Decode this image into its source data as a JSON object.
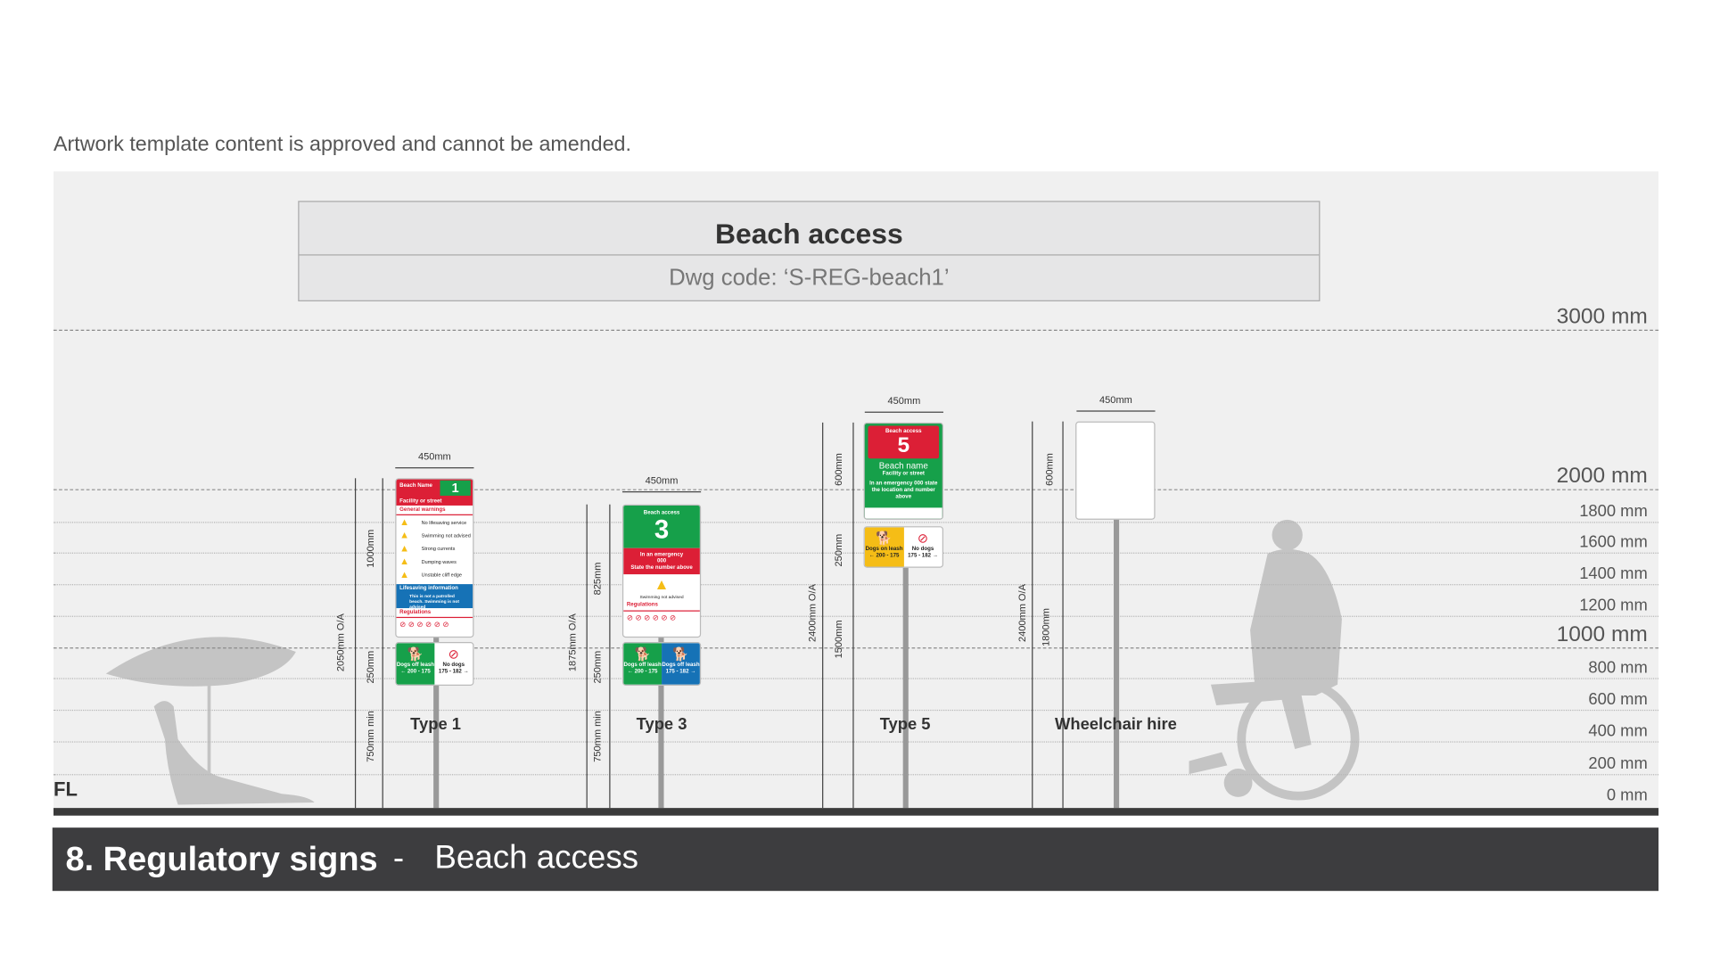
{
  "intro": "Artwork template content is approved and cannot be amended.",
  "title": "Beach access",
  "dwg_code": "Dwg code: ‘S-REG-beach1’",
  "levels": [
    {
      "label": "3000 mm",
      "big": true
    },
    {
      "label": "2000 mm",
      "big": true
    },
    {
      "label": "1800 mm"
    },
    {
      "label": "1600 mm"
    },
    {
      "label": "1400 mm"
    },
    {
      "label": "1200 mm"
    },
    {
      "label": "1000 mm",
      "big": true
    },
    {
      "label": "800 mm"
    },
    {
      "label": "600 mm"
    },
    {
      "label": "400 mm"
    },
    {
      "label": "200 mm"
    },
    {
      "label": "0 mm"
    }
  ],
  "floor_label": "FL",
  "signs": {
    "type1": {
      "label": "Type 1",
      "width": "450mm",
      "overall": "2050mm O/A",
      "panel_h": "1000mm",
      "lower_h": "250mm",
      "min": "750mm min",
      "beach_name": "Beach Name",
      "facility": "Facility or street",
      "number": "1",
      "general": "General warnings",
      "warnings": [
        "No lifesaving service",
        "Swimming not advised",
        "Strong currents",
        "Dumping waves",
        "Unstable cliff edge"
      ],
      "lifesaving": "Lifesaving information",
      "lifesaving_text": "This is not a patrolled beach. Swimming is not advised",
      "regulations": "Regulations",
      "lower": [
        {
          "text": "Dogs off leash",
          "range": "← 200 - 175"
        },
        {
          "text": "No dogs",
          "range": "175 - 182 →"
        }
      ]
    },
    "type3": {
      "label": "Type 3",
      "width": "450mm",
      "overall": "1875mm O/A",
      "panel_h": "825mm",
      "lower_h": "250mm",
      "min": "750mm min",
      "heading": "Beach access",
      "number": "3",
      "emergency": "In an emergency",
      "phone": "000",
      "state": "State the number above",
      "warning": "Swimming not advised",
      "regulations": "Regulations",
      "lower": [
        {
          "text": "Dogs off leash",
          "range": "← 200 - 175"
        },
        {
          "text": "Dogs off leash",
          "range": "175 - 182 →"
        }
      ]
    },
    "type5": {
      "label": "Type 5",
      "width": "450mm",
      "overall": "2400mm O/A",
      "panel_h": "600mm",
      "lower_h": "250mm",
      "post_h": "1500mm",
      "heading": "Beach access",
      "number": "5",
      "beach_name": "Beach name",
      "facility": "Facility or street",
      "emergency": "In an emergency 000 state the location and number above",
      "lower": [
        {
          "text": "Dogs on leash",
          "range": "← 200 - 175"
        },
        {
          "text": "No dogs",
          "range": "175 - 182 →"
        }
      ]
    },
    "wheelchair": {
      "label": "Wheelchair hire",
      "width": "450mm",
      "overall": "2400mm O/A",
      "panel_h": "600mm",
      "post_h": "1800mm"
    }
  },
  "footer": {
    "section": "8. Regulatory signs",
    "sep": "-",
    "subtitle": "Beach access"
  },
  "colors": {
    "red": "#dc1f36",
    "green": "#16a04a",
    "blue": "#1672b6",
    "yellow": "#f5bd16",
    "footer": "#3d3d3f"
  }
}
